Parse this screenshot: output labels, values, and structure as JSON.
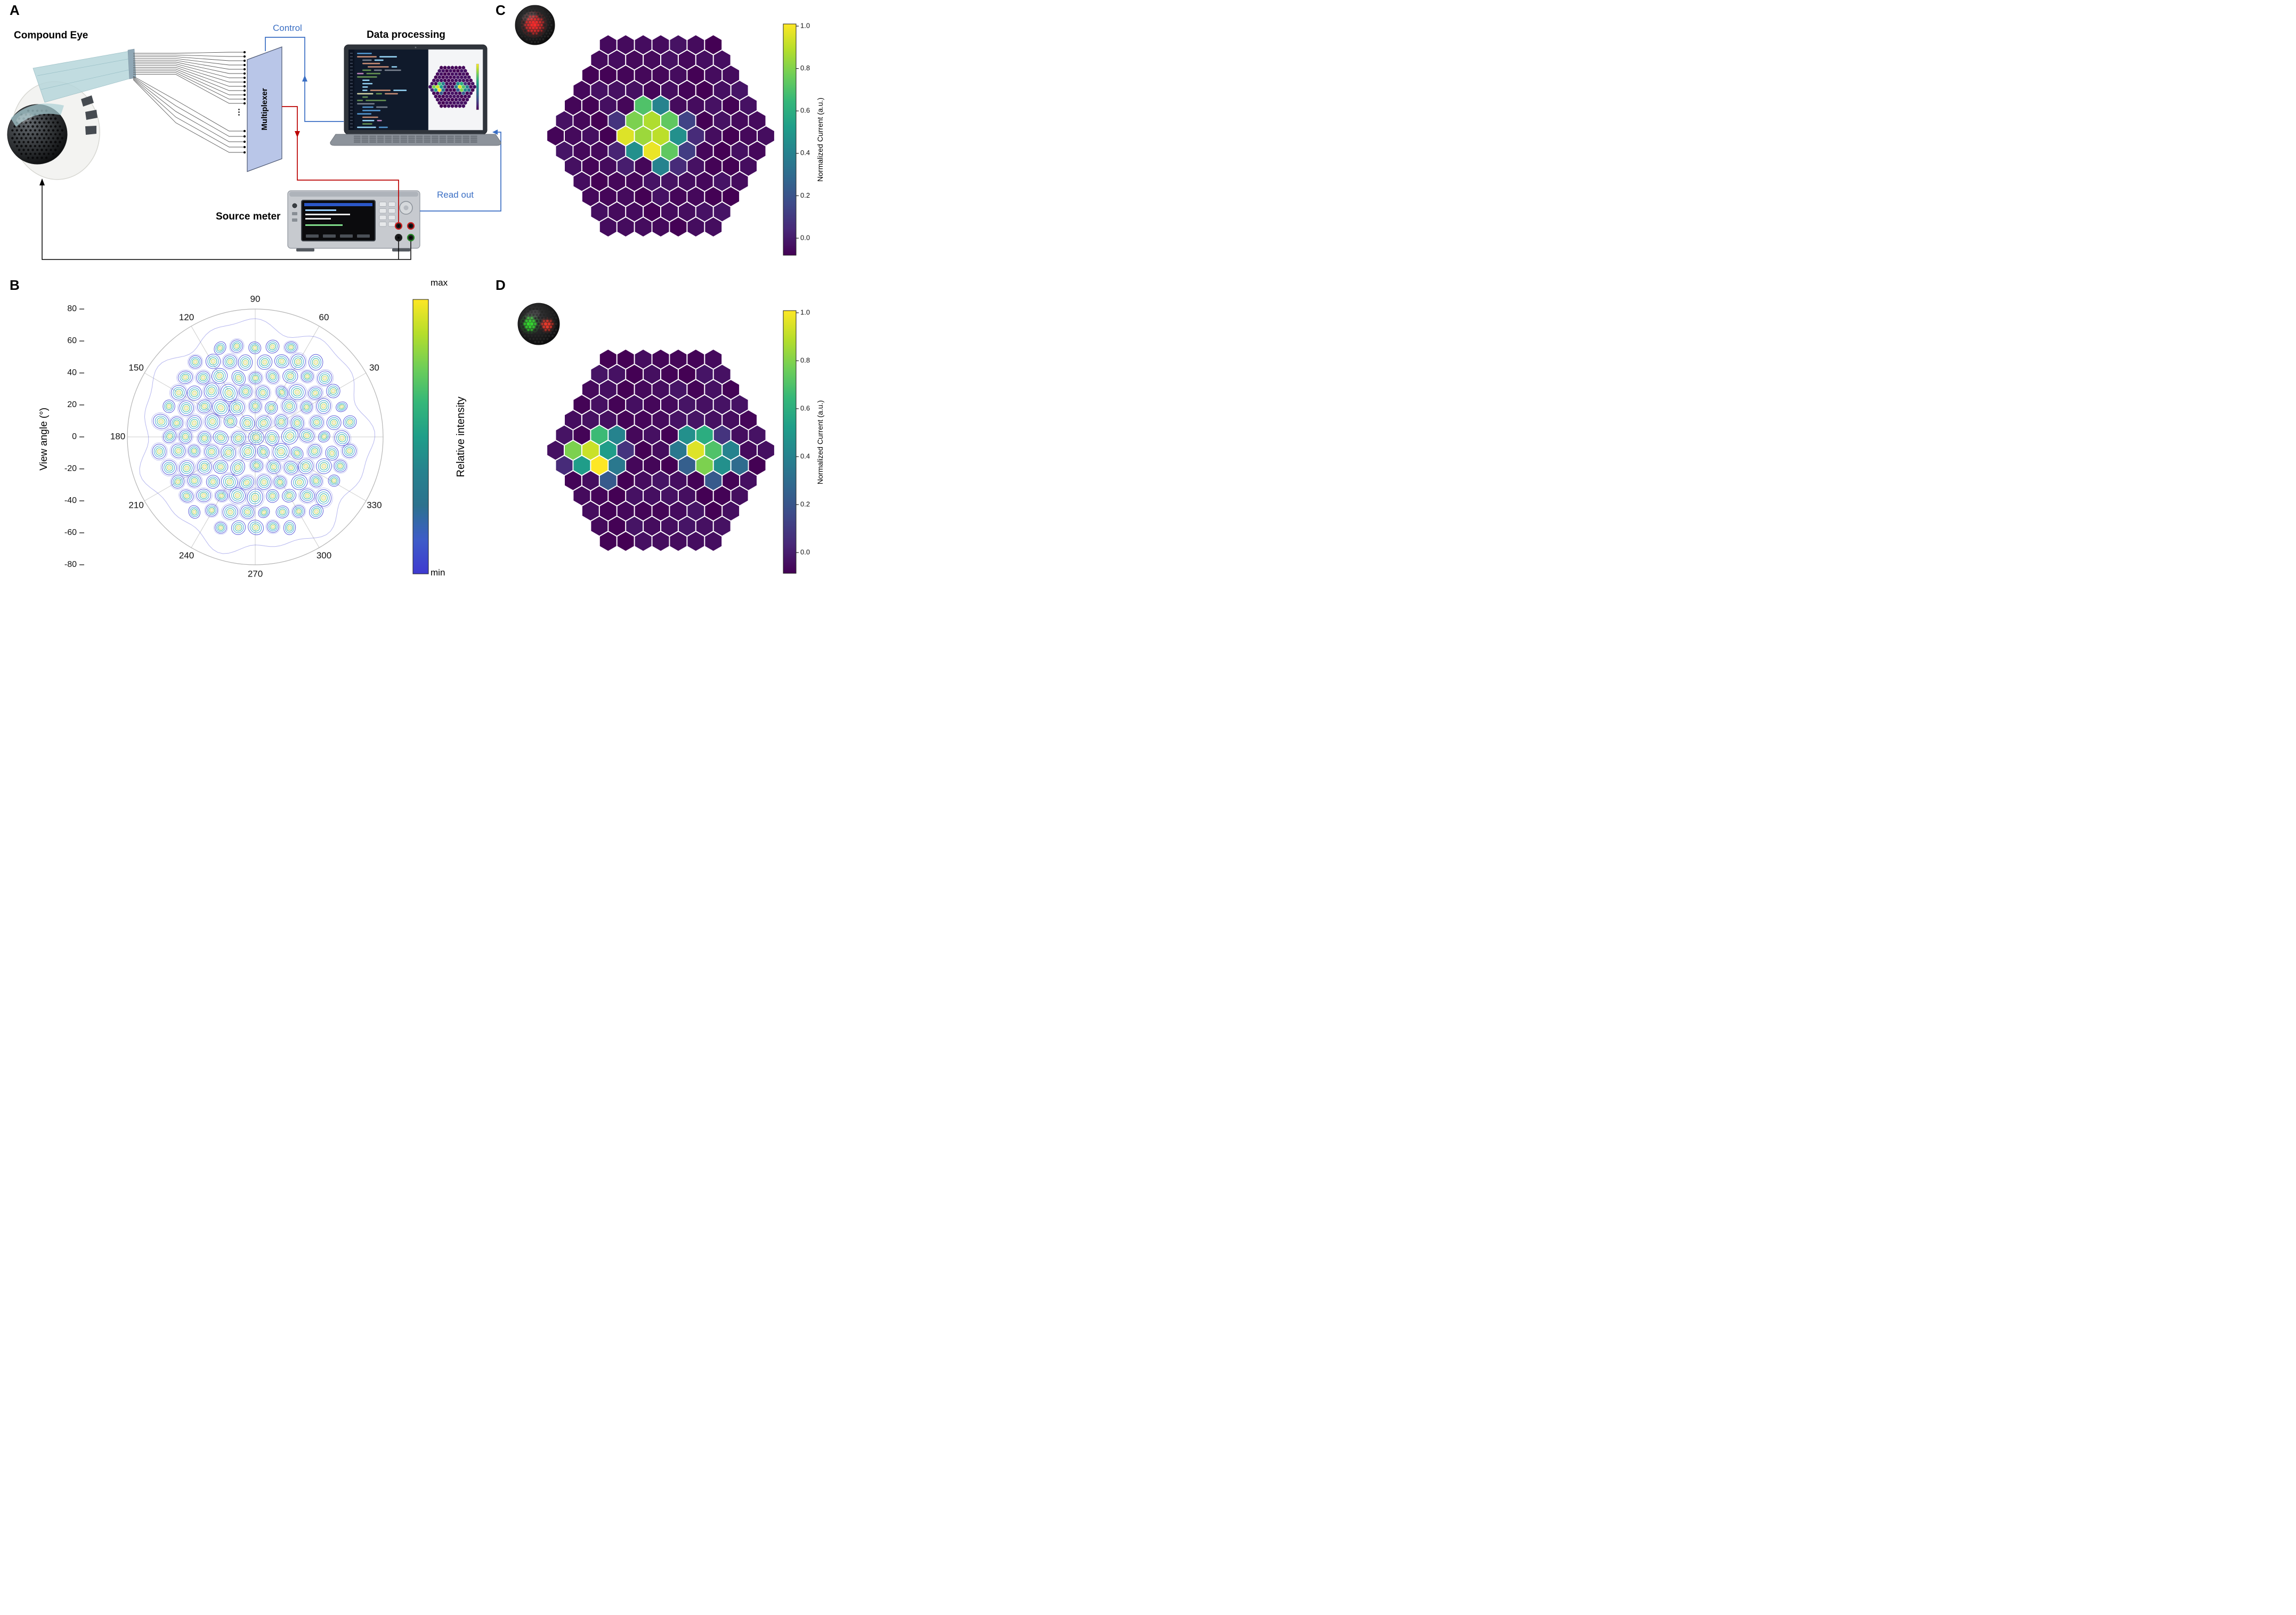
{
  "panels": {
    "A": {
      "letter": "A",
      "compound_eye_label": "Compound Eye",
      "control_label": "Control",
      "data_processing_label": "Data processing",
      "multiplexer_label": "Multiplexer",
      "source_meter_label": "Source meter",
      "read_out_label": "Read out",
      "wire_ellipsis": "⋮",
      "colors": {
        "control_line": "#3b6fc4",
        "signal_line": "#bb0000",
        "feedback_line": "#000000",
        "multiplexer_fill": "#b9c6e8",
        "ribbon": "#b7d6db"
      }
    },
    "B": {
      "letter": "B",
      "radial_axis_label": "View angle (°)",
      "colorbar_max": "max",
      "colorbar_min": "min",
      "colorbar_label": "Relative intensity"
    },
    "C": {
      "letter": "C",
      "colorbar_label": "Normalized Current (a.u.)",
      "inset_glow_color": "#ff2b2b"
    },
    "D": {
      "letter": "D",
      "colorbar_label": "Normalized Current (a.u.)",
      "inset_glow_colors": {
        "left": "#35e52f",
        "right": "#ff3b2b"
      }
    }
  },
  "chart_data": [
    {
      "id": "B",
      "type": "polar_contour",
      "radial_label": "View angle (°)",
      "radial_range": [
        -80,
        80
      ],
      "radial_ticks": [
        80,
        60,
        40,
        20,
        0,
        -20,
        -40,
        -60,
        -80
      ],
      "angle_ticks_deg": [
        30,
        60,
        90,
        120,
        150,
        180,
        210,
        240,
        270,
        300,
        330
      ],
      "grid": "outer circle with spokes every 30 degrees",
      "colorbar": {
        "label": "Relative intensity",
        "max_label": "max",
        "min_label": "min",
        "gradient_top_to_bottom": [
          "#fde725",
          "#b5de2b",
          "#6ece58",
          "#35b779",
          "#1f9e89",
          "#26828e",
          "#2c728e",
          "#3e5cc8",
          "#3f3ad0"
        ]
      },
      "blobs": {
        "description": "~127 ommatidia angular-response spots, hexagonally packed within ±65° view angle",
        "lattice_spacing_frac": 0.135,
        "extent_frac": 0.8,
        "ring_colors_outer_to_inner": [
          "#5355d8",
          "#3a9fd8",
          "#2fb097",
          "#cfe06a"
        ],
        "center_fill": "#f4efcf"
      }
    },
    {
      "id": "C",
      "type": "hex_heatmap",
      "seed": 11,
      "grid_radius": 6,
      "cell_count": 127,
      "background_value": 0.02,
      "colormap": "viridis",
      "viridis_anchors": [
        "#440154",
        "#482878",
        "#3e4a89",
        "#31688e",
        "#26828e",
        "#1f9e89",
        "#35b779",
        "#6ece58",
        "#b5de2b",
        "#fde725"
      ],
      "colorbar": {
        "label": "Normalized Current (a.u.)",
        "ticks": [
          1.0,
          0.8,
          0.6,
          0.4,
          0.2,
          0.0
        ]
      },
      "cells": [
        {
          "q": 0,
          "r": -2,
          "v": 0.72
        },
        {
          "q": 1,
          "r": -2,
          "v": 0.45
        },
        {
          "q": -1,
          "r": -1,
          "v": 0.8
        },
        {
          "q": 0,
          "r": -1,
          "v": 0.88
        },
        {
          "q": 1,
          "r": -1,
          "v": 0.75
        },
        {
          "q": 2,
          "r": -1,
          "v": 0.2
        },
        {
          "q": -2,
          "r": 0,
          "v": 0.95
        },
        {
          "q": -1,
          "r": 0,
          "v": 0.85
        },
        {
          "q": 0,
          "r": 0,
          "v": 0.9
        },
        {
          "q": 1,
          "r": 0,
          "v": 0.5
        },
        {
          "q": 2,
          "r": 0,
          "v": 0.12
        },
        {
          "q": -2,
          "r": 1,
          "v": 0.5
        },
        {
          "q": -1,
          "r": 1,
          "v": 0.97
        },
        {
          "q": 0,
          "r": 1,
          "v": 0.75
        },
        {
          "q": 1,
          "r": 1,
          "v": 0.18
        },
        {
          "q": -1,
          "r": 2,
          "v": 0.45
        },
        {
          "q": 0,
          "r": 2,
          "v": 0.12
        },
        {
          "q": -2,
          "r": -1,
          "v": 0.15
        },
        {
          "q": -3,
          "r": 1,
          "v": 0.1
        },
        {
          "q": -3,
          "r": 2,
          "v": 0.08
        }
      ]
    },
    {
      "id": "D",
      "type": "hex_heatmap",
      "seed": 23,
      "grid_radius": 6,
      "cell_count": 127,
      "background_value": 0.02,
      "colormap": "viridis",
      "viridis_anchors": [
        "#440154",
        "#482878",
        "#3e4a89",
        "#31688e",
        "#26828e",
        "#1f9e89",
        "#35b779",
        "#6ece58",
        "#b5de2b",
        "#fde725"
      ],
      "colorbar": {
        "label": "Normalized Current (a.u.)",
        "ticks": [
          1.0,
          0.8,
          0.6,
          0.4,
          0.2,
          0.0
        ]
      },
      "cells": [
        {
          "q": -3,
          "r": -1,
          "v": 0.68
        },
        {
          "q": -2,
          "r": -1,
          "v": 0.45
        },
        {
          "q": -5,
          "r": 0,
          "v": 0.8
        },
        {
          "q": -4,
          "r": 0,
          "v": 0.92
        },
        {
          "q": -3,
          "r": 0,
          "v": 0.55
        },
        {
          "q": -2,
          "r": 0,
          "v": 0.15
        },
        {
          "q": -5,
          "r": 1,
          "v": 0.55
        },
        {
          "q": -4,
          "r": 1,
          "v": 1.0
        },
        {
          "q": -3,
          "r": 1,
          "v": 0.4
        },
        {
          "q": -6,
          "r": 1,
          "v": 0.12
        },
        {
          "q": -4,
          "r": 2,
          "v": 0.28
        },
        {
          "q": 2,
          "r": -1,
          "v": 0.5
        },
        {
          "q": 3,
          "r": -1,
          "v": 0.62
        },
        {
          "q": 4,
          "r": -1,
          "v": 0.15
        },
        {
          "q": 1,
          "r": 0,
          "v": 0.4
        },
        {
          "q": 2,
          "r": 0,
          "v": 0.95
        },
        {
          "q": 3,
          "r": 0,
          "v": 0.72
        },
        {
          "q": 4,
          "r": 0,
          "v": 0.45
        },
        {
          "q": 1,
          "r": 1,
          "v": 0.3
        },
        {
          "q": 2,
          "r": 1,
          "v": 0.8
        },
        {
          "q": 3,
          "r": 1,
          "v": 0.5
        },
        {
          "q": 4,
          "r": 1,
          "v": 0.35
        },
        {
          "q": 2,
          "r": 2,
          "v": 0.28
        }
      ]
    }
  ]
}
